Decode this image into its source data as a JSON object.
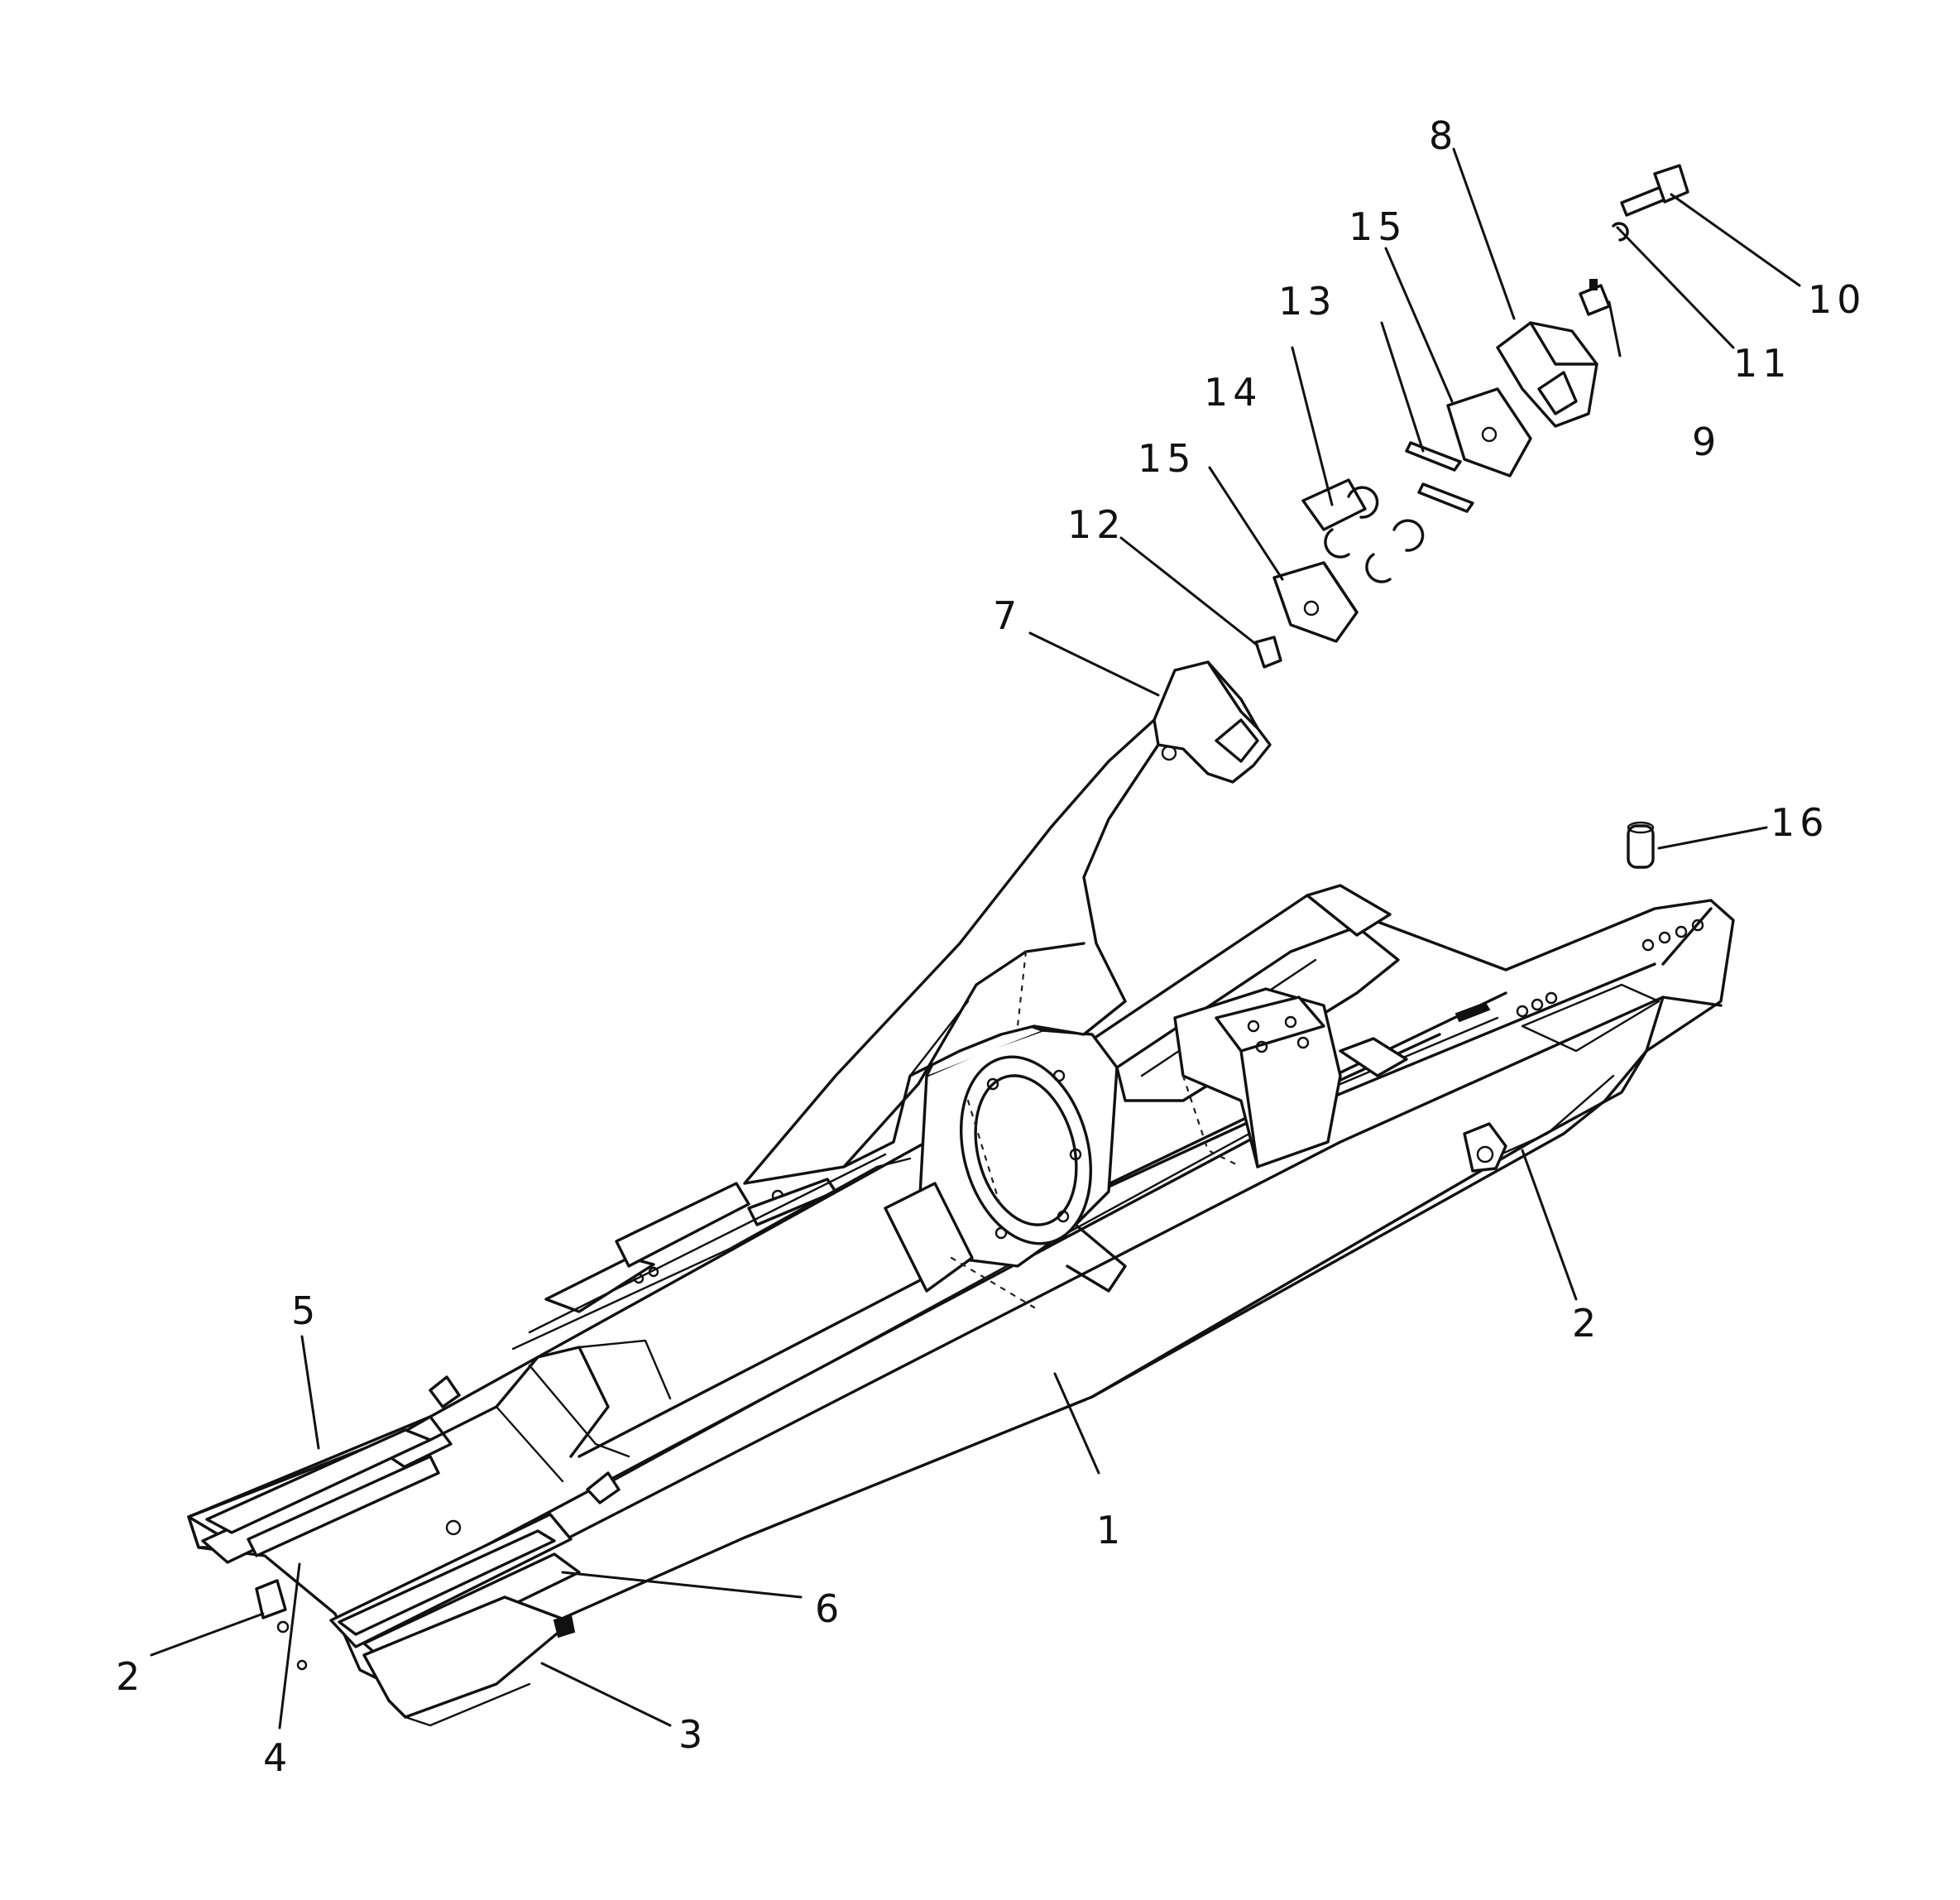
{
  "callouts": [
    {
      "id": "c1",
      "text": "1"
    },
    {
      "id": "c2a",
      "text": "2"
    },
    {
      "id": "c2b",
      "text": "2"
    },
    {
      "id": "c3",
      "text": "3"
    },
    {
      "id": "c4",
      "text": "4"
    },
    {
      "id": "c5",
      "text": "5"
    },
    {
      "id": "c6",
      "text": "6"
    },
    {
      "id": "c7",
      "text": "7"
    },
    {
      "id": "c8",
      "text": "8"
    },
    {
      "id": "c9",
      "text": "9"
    },
    {
      "id": "c10",
      "text": "10"
    },
    {
      "id": "c11",
      "text": "11"
    },
    {
      "id": "c12",
      "text": "12"
    },
    {
      "id": "c13",
      "text": "13"
    },
    {
      "id": "c14",
      "text": "14"
    },
    {
      "id": "c15a",
      "text": "15"
    },
    {
      "id": "c15b",
      "text": "15"
    },
    {
      "id": "c16",
      "text": "16"
    }
  ]
}
